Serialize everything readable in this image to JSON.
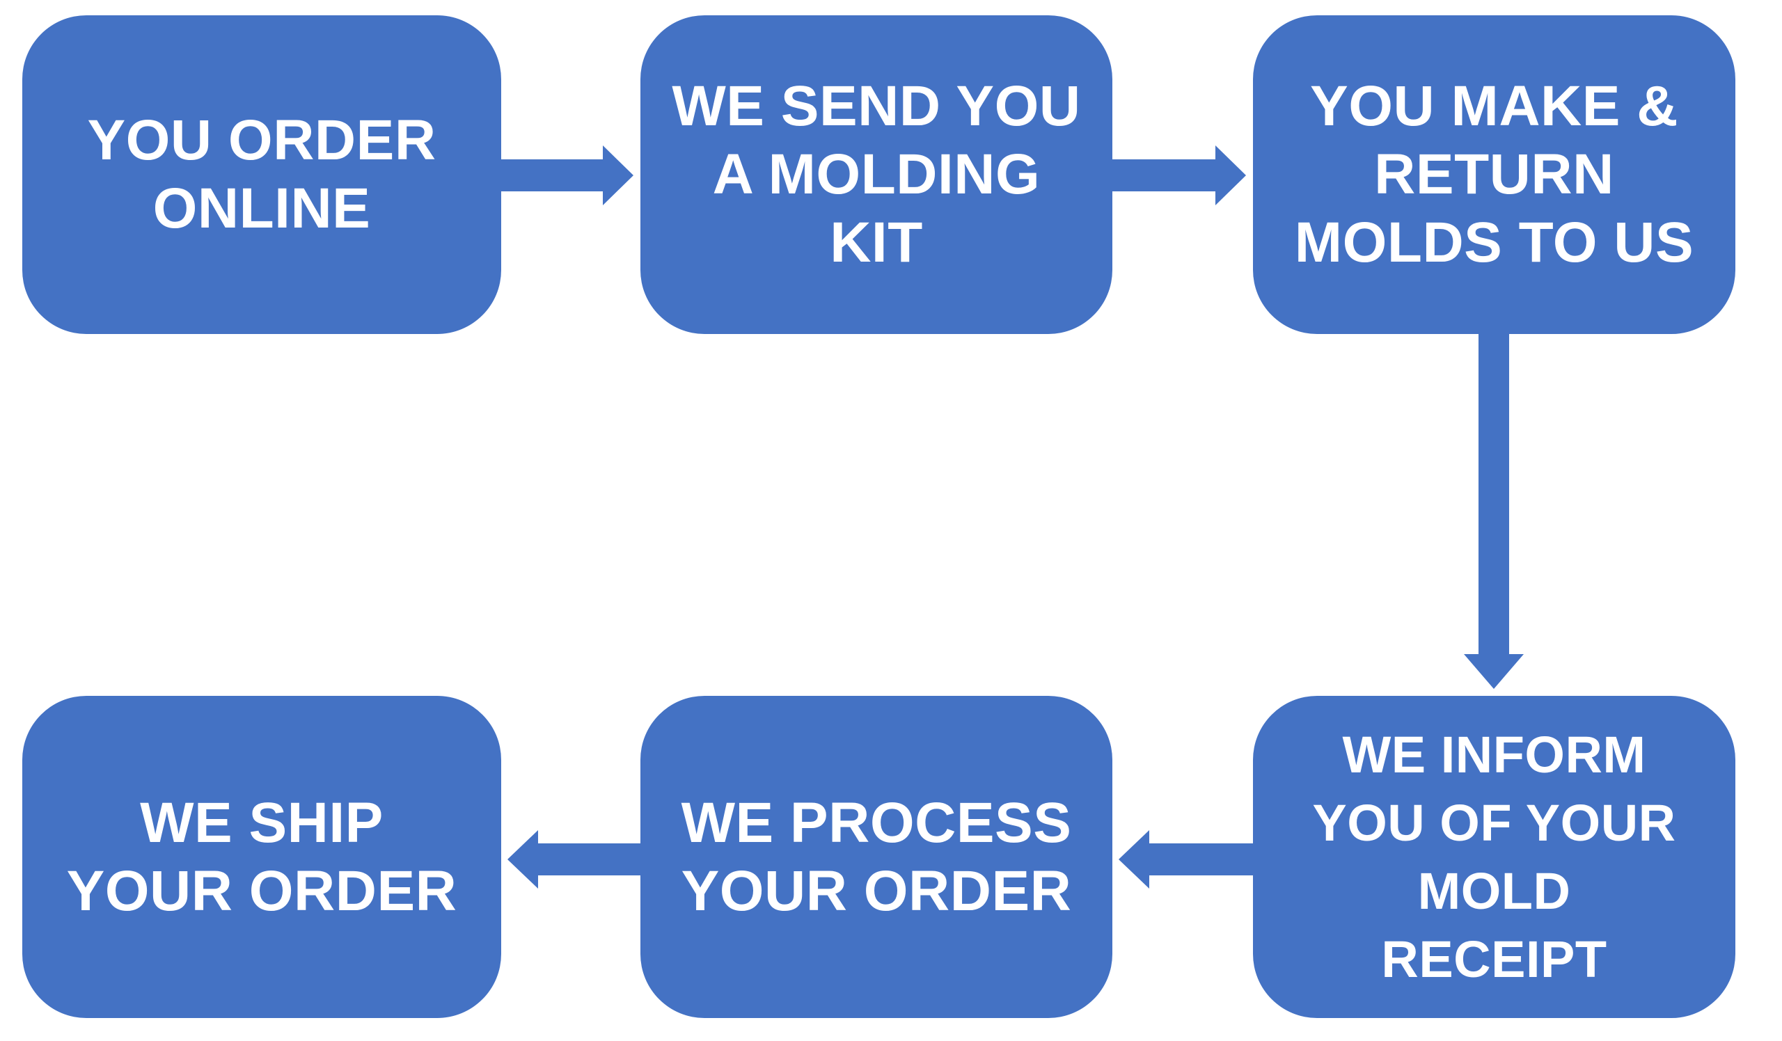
{
  "colors": {
    "box_fill": "#4472C4",
    "arrow_fill": "#4472C4",
    "text": "#FFFFFF",
    "background": "#FFFFFF"
  },
  "diagram": {
    "type": "flowchart",
    "steps": [
      {
        "id": "order-online",
        "lines": [
          "YOU ORDER",
          "ONLINE"
        ]
      },
      {
        "id": "send-molding-kit",
        "lines": [
          "WE SEND YOU",
          "A MOLDING",
          "KIT"
        ]
      },
      {
        "id": "make-return-molds",
        "lines": [
          "YOU MAKE &",
          "RETURN",
          "MOLDS TO US"
        ]
      },
      {
        "id": "inform-mold-receipt",
        "lines": [
          "WE INFORM",
          "YOU OF YOUR",
          "MOLD",
          "RECEIPT"
        ]
      },
      {
        "id": "process-order",
        "lines": [
          "WE PROCESS",
          "YOUR ORDER"
        ]
      },
      {
        "id": "ship-order",
        "lines": [
          "WE SHIP",
          "YOUR ORDER"
        ]
      }
    ],
    "connections": [
      {
        "from": "order-online",
        "to": "send-molding-kit",
        "direction": "right"
      },
      {
        "from": "send-molding-kit",
        "to": "make-return-molds",
        "direction": "right"
      },
      {
        "from": "make-return-molds",
        "to": "inform-mold-receipt",
        "direction": "down"
      },
      {
        "from": "inform-mold-receipt",
        "to": "process-order",
        "direction": "left"
      },
      {
        "from": "process-order",
        "to": "ship-order",
        "direction": "left"
      }
    ]
  }
}
